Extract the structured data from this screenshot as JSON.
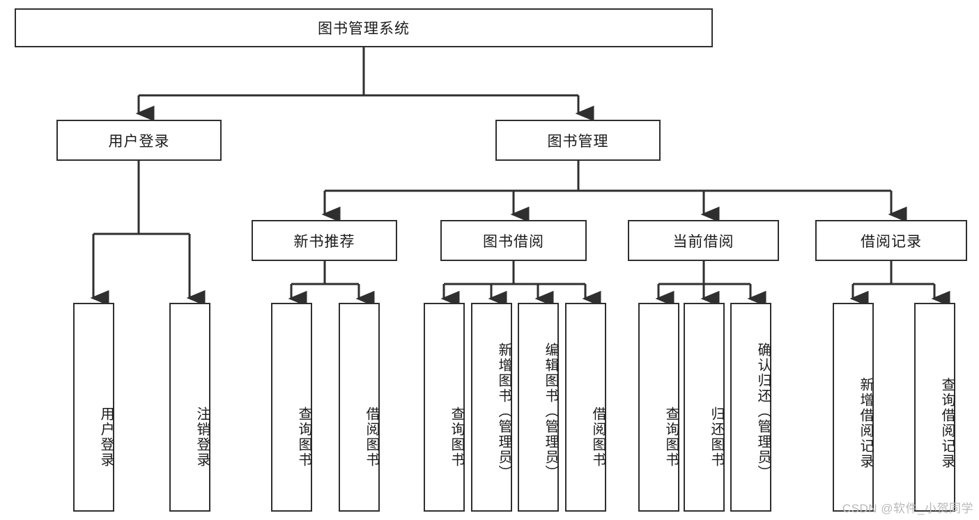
{
  "diagram": {
    "type": "tree-flowchart",
    "title": "图书管理系统",
    "root": {
      "label": "图书管理系统"
    },
    "level2": [
      {
        "id": "user-login",
        "label": "用户登录"
      },
      {
        "id": "book-manage",
        "label": "图书管理"
      }
    ],
    "level3": [
      {
        "id": "new-book-rec",
        "label": "新书推荐"
      },
      {
        "id": "book-borrow",
        "label": "图书借阅"
      },
      {
        "id": "current-borrow",
        "label": "当前借阅"
      },
      {
        "id": "borrow-record",
        "label": "借阅记录"
      }
    ],
    "leaves": [
      {
        "id": "leaf-user-login",
        "label": "用户登录",
        "parent": "user-login"
      },
      {
        "id": "leaf-logout",
        "label": "注销登录",
        "parent": "user-login"
      },
      {
        "id": "leaf-query-book-1",
        "label": "查询图书",
        "parent": "new-book-rec"
      },
      {
        "id": "leaf-borrow-book-1",
        "label": "借阅图书",
        "parent": "new-book-rec"
      },
      {
        "id": "leaf-query-book-2",
        "label": "查询图书",
        "parent": "book-borrow"
      },
      {
        "id": "leaf-add-book",
        "label": "新增图书（管理员）",
        "parent": "book-borrow"
      },
      {
        "id": "leaf-edit-book",
        "label": "编辑图书（管理员）",
        "parent": "book-borrow"
      },
      {
        "id": "leaf-borrow-book-2",
        "label": "借阅图书",
        "parent": "book-borrow"
      },
      {
        "id": "leaf-query-book-3",
        "label": "查询图书",
        "parent": "current-borrow"
      },
      {
        "id": "leaf-return-book",
        "label": "归还图书",
        "parent": "current-borrow"
      },
      {
        "id": "leaf-confirm-return",
        "label": "确认归还（管理员）",
        "parent": "current-borrow"
      },
      {
        "id": "leaf-add-record",
        "label": "新增借阅记录",
        "parent": "borrow-record"
      },
      {
        "id": "leaf-query-record",
        "label": "查询借阅记录",
        "parent": "borrow-record"
      }
    ],
    "colors": {
      "stroke": "#2f2f2f",
      "fill": "#ffffff",
      "text": "#1a1a1a",
      "watermark": "#b9b9b9"
    }
  },
  "watermark": {
    "text": "CSDN @软件_小贺同学"
  }
}
